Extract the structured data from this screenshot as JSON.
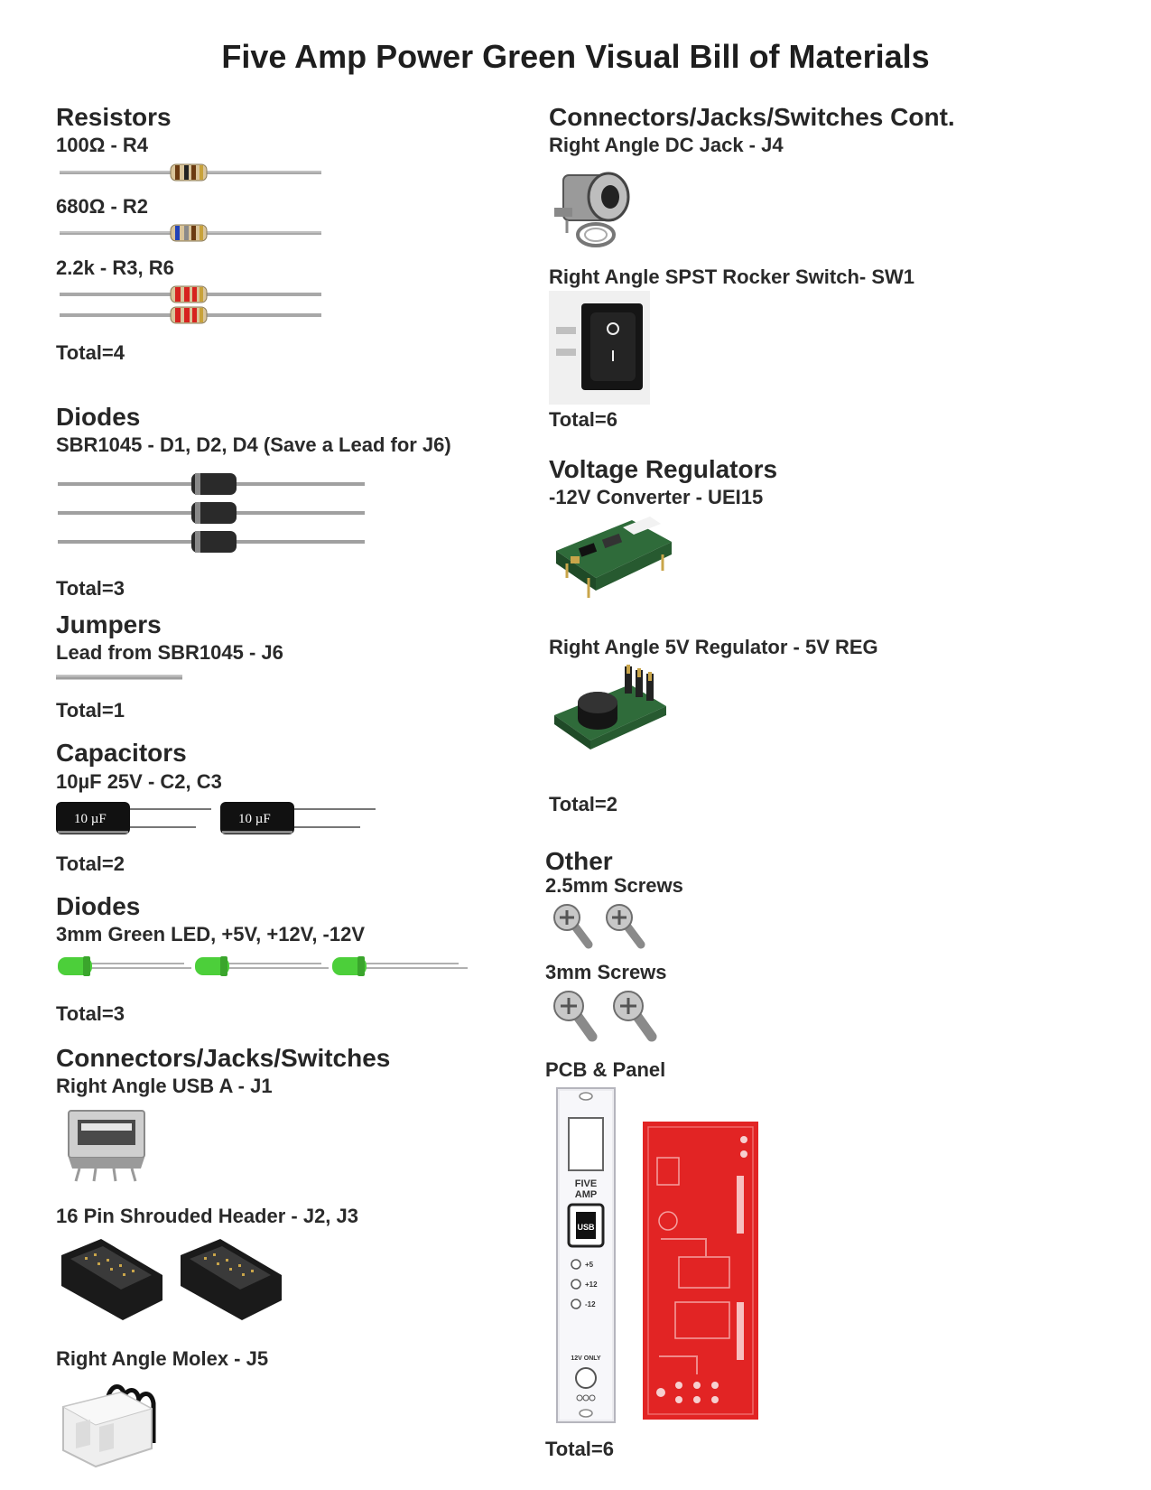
{
  "title": "Five Amp Power Green Visual Bill of Materials",
  "left": {
    "resistors": {
      "heading": "Resistors",
      "items": [
        "100Ω - R4",
        "680Ω - R2",
        "2.2k - R3, R6"
      ],
      "total": "Total=4"
    },
    "diodes": {
      "heading": "Diodes",
      "sub": "SBR1045 - D1, D2, D4 (Save a Lead for J6)",
      "total": "Total=3"
    },
    "jumpers": {
      "heading": "Jumpers",
      "sub": "Lead from SBR1045 - J6",
      "total": "Total=1"
    },
    "capacitors": {
      "heading": "Capacitors",
      "sub": "10µF 25V - C2, C3",
      "marking": "10 µF",
      "total": "Total=2"
    },
    "leds": {
      "heading": "Diodes",
      "sub": "3mm Green LED, +5V, +12V, -12V",
      "total": "Total=3"
    },
    "connectors": {
      "heading": "Connectors/Jacks/Switches",
      "usb": "Right Angle USB A - J1",
      "header": "16 Pin Shrouded Header - J2, J3",
      "molex": "Right Angle Molex - J5"
    }
  },
  "right": {
    "connectors_cont": {
      "heading": "Connectors/Jacks/Switches Cont.",
      "dc_jack": "Right Angle DC Jack - J4",
      "rocker": "Right Angle SPST Rocker Switch- SW1",
      "total": "Total=6"
    },
    "regulators": {
      "heading": "Voltage Regulators",
      "converter": "-12V Converter - UEI15",
      "reg5v": "Right Angle 5V Regulator - 5V REG",
      "total": "Total=2"
    },
    "other": {
      "heading": "Other",
      "screws25": "2.5mm Screws",
      "screws3": "3mm Screws",
      "pcb_panel": "PCB & Panel",
      "panel_print": {
        "brand_top": "FIVE",
        "brand_bottom": "AMP",
        "usb": "USB",
        "p5": "+5",
        "p12": "+12",
        "m12": "-12",
        "note": "12V ONLY"
      },
      "total": "Total=6"
    }
  },
  "colors": {
    "led_green": "#4ccf3a",
    "pcb_red": "#e22424",
    "header_black": "#1a1a1a",
    "board_green": "#2f6b3a"
  }
}
